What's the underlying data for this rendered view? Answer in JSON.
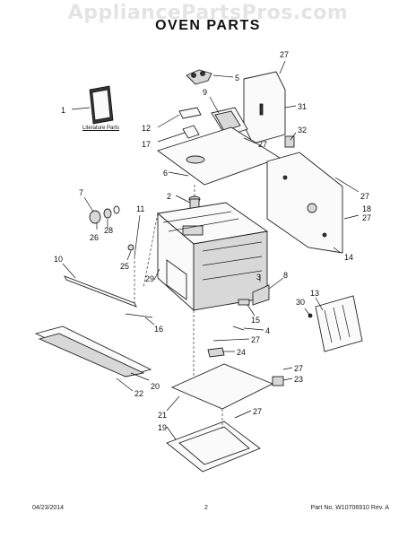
{
  "watermark": "AppliancePartsPros.com",
  "title": "OVEN PARTS",
  "literature_label": "Literature Parts",
  "footer": {
    "date": "04/23/2014",
    "page": "2",
    "part_no": "Part No.  W10706910  Rev. A"
  },
  "callouts": [
    "1",
    "2",
    "3",
    "4",
    "5",
    "6",
    "7",
    "8",
    "9",
    "10",
    "11",
    "12",
    "13",
    "14",
    "15",
    "16",
    "17",
    "18",
    "19",
    "20",
    "21",
    "22",
    "23",
    "24",
    "25",
    "26",
    "27",
    "28",
    "29",
    "30",
    "31",
    "32"
  ]
}
